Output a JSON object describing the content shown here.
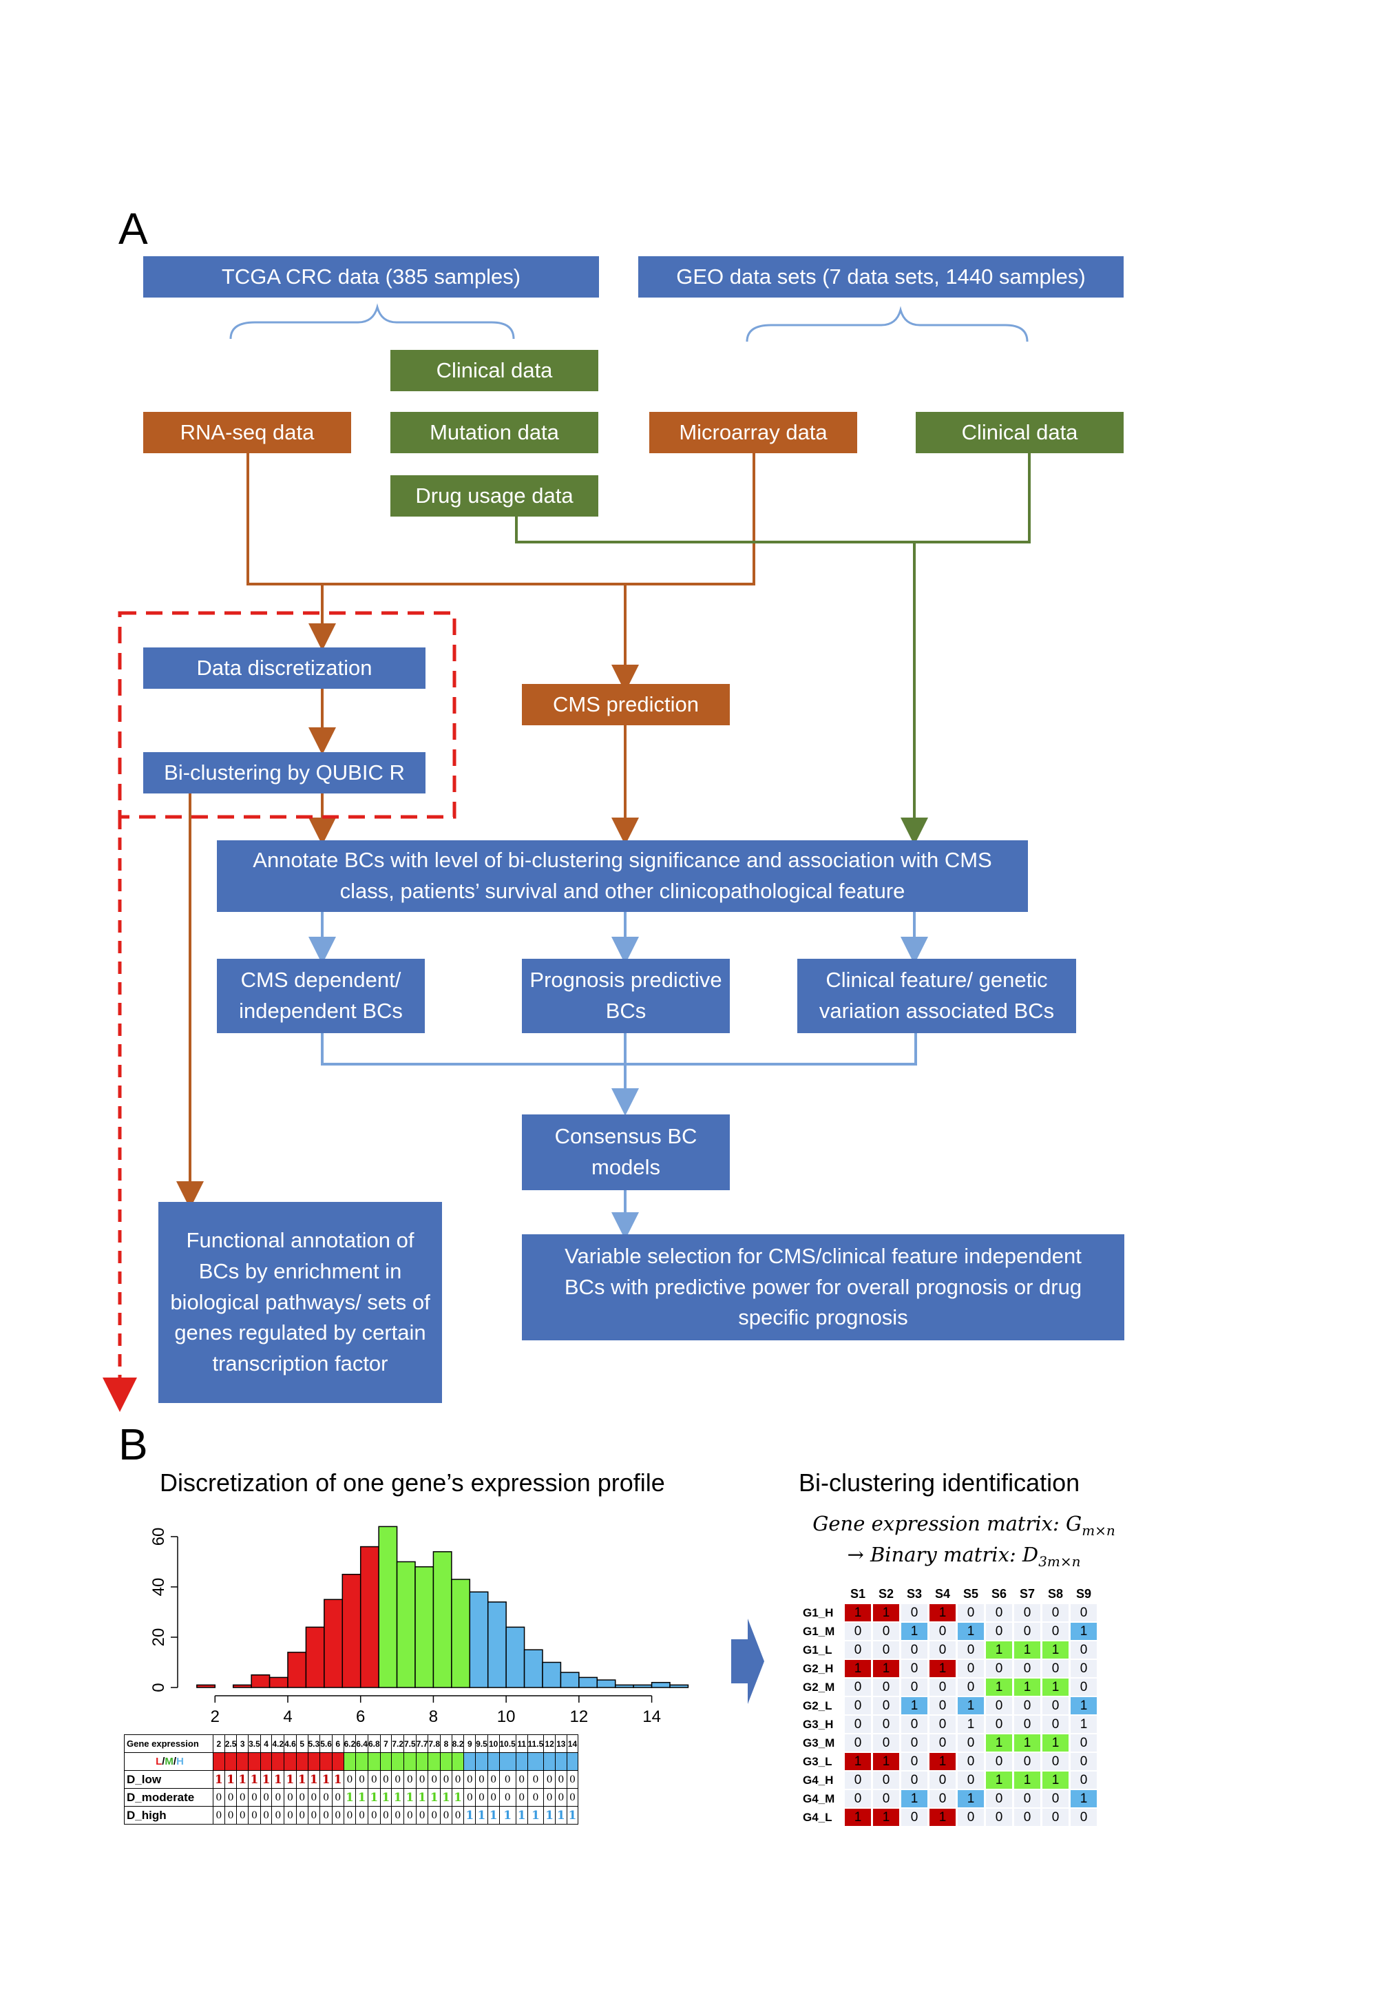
{
  "panel_a": {
    "label": "A",
    "boxes": {
      "tcga": "TCGA CRC data (385 samples)",
      "geo": "GEO data sets (7 data sets, 1440 samples)",
      "clinical_tcga": "Clinical data",
      "mutation": "Mutation data",
      "drug": "Drug usage data",
      "rnaseq": "RNA-seq data",
      "microarray": "Microarray data",
      "clinical_geo": "Clinical data",
      "discretization": "Data discretization",
      "biclustering": "Bi-clustering by QUBIC R",
      "cms_prediction": "CMS prediction",
      "annotate": "Annotate BCs with level of  bi-clustering significance and association with CMS class, patients’ survival and other clinicopathological feature",
      "cms_dependent": "CMS dependent/ independent BCs",
      "prognosis": "Prognosis predictive BCs",
      "clinical_feature": "Clinical feature/ genetic variation associated BCs",
      "consensus": "Consensus BC models",
      "functional": "Functional annotation of BCs by enrichment in biological pathways/ sets of genes regulated by certain transcription factor",
      "variable": "Variable selection for CMS/clinical feature independent BCs with predictive power for overall prognosis or drug specific prognosis"
    },
    "colors": {
      "data_box": "#4a70b7",
      "clinical_box": "#5d7e37",
      "expression_box": "#b55c22",
      "dashed_frame": "#e0201b"
    }
  },
  "panel_b": {
    "label": "B",
    "left_title": "Discretization of one gene’s expression profile",
    "right_title": "Bi-clustering identification",
    "formula_line1": "Gene expression matrix: G",
    "formula_sub1": "m×n",
    "formula_line2": "→ Binary matrix: D",
    "formula_sub2": "3m×n"
  },
  "chart_data": {
    "type": "bar",
    "title": "",
    "xlabel": "",
    "ylabel": "",
    "xlim": [
      1.2,
      15.2
    ],
    "ylim": [
      0,
      63
    ],
    "x_ticks": [
      2,
      4,
      6,
      8,
      10,
      12,
      14
    ],
    "y_ticks": [
      0,
      20,
      40,
      60
    ],
    "bin_width": 0.5,
    "bin_starts": [
      1.5,
      2.0,
      2.5,
      3.0,
      3.5,
      4.0,
      4.5,
      5.0,
      5.5,
      6.0,
      6.5,
      7.0,
      7.5,
      8.0,
      8.5,
      9.0,
      9.5,
      10.0,
      10.5,
      11.0,
      11.5,
      12.0,
      12.5,
      13.0,
      13.5,
      14.0,
      14.5
    ],
    "values": [
      1,
      0,
      1,
      5,
      4,
      14,
      24,
      35,
      45,
      56,
      64,
      50,
      48,
      54,
      43,
      38,
      34,
      24,
      15,
      10,
      6,
      4,
      3,
      1,
      1,
      2,
      1
    ],
    "bin_class": [
      "L",
      "L",
      "L",
      "L",
      "L",
      "L",
      "L",
      "L",
      "L",
      "L",
      "M",
      "M",
      "M",
      "M",
      "M",
      "H",
      "H",
      "H",
      "H",
      "H",
      "H",
      "H",
      "H",
      "H",
      "H",
      "H",
      "H"
    ],
    "class_colors": {
      "L": "#e41a1c",
      "M": "#7ff043",
      "H": "#62b5ea"
    }
  },
  "discretization_table": {
    "header_label": "Gene expression",
    "header_values": [
      "2",
      "2.5",
      "3",
      "3.5",
      "4",
      "4.2",
      "4.6",
      "5",
      "5.3",
      "5.6",
      "6",
      "6.2",
      "6.4",
      "6.8",
      "7",
      "7.2",
      "7.5",
      "7.7",
      "7.8",
      "8",
      "8.2",
      "9",
      "9.5",
      "10",
      "10.5",
      "11",
      "11.5",
      "12",
      "13",
      "14"
    ],
    "lmh_label_L": "L",
    "lmh_label_M": "M",
    "lmh_label_H": "H",
    "lmh_sep": "/",
    "lmh_class": [
      "L",
      "L",
      "L",
      "L",
      "L",
      "L",
      "L",
      "L",
      "L",
      "L",
      "L",
      "M",
      "M",
      "M",
      "M",
      "M",
      "M",
      "M",
      "M",
      "M",
      "M",
      "H",
      "H",
      "H",
      "H",
      "H",
      "H",
      "H",
      "H",
      "H"
    ],
    "rows": [
      {
        "label": "D_low",
        "values": [
          "1",
          "1",
          "1",
          "1",
          "1",
          "1",
          "1",
          "1",
          "1",
          "1",
          "1",
          "0",
          "0",
          "0",
          "0",
          "0",
          "0",
          "0",
          "0",
          "0",
          "0",
          "0",
          "0",
          "0",
          "0",
          "0",
          "0",
          "0",
          "0",
          "0"
        ]
      },
      {
        "label": "D_moderate",
        "values": [
          "0",
          "0",
          "0",
          "0",
          "0",
          "0",
          "0",
          "0",
          "0",
          "0",
          "0",
          "1",
          "1",
          "1",
          "1",
          "1",
          "1",
          "1",
          "1",
          "1",
          "1",
          "0",
          "0",
          "0",
          "0",
          "0",
          "0",
          "0",
          "0",
          "0"
        ]
      },
      {
        "label": "D_high",
        "values": [
          "0",
          "0",
          "0",
          "0",
          "0",
          "0",
          "0",
          "0",
          "0",
          "0",
          "0",
          "0",
          "0",
          "0",
          "0",
          "0",
          "0",
          "0",
          "0",
          "0",
          "0",
          "1",
          "1",
          "1",
          "1",
          "1",
          "1",
          "1",
          "1",
          "1"
        ]
      }
    ]
  },
  "binary_matrix": {
    "columns": [
      "S1",
      "S2",
      "S3",
      "S4",
      "S5",
      "S6",
      "S7",
      "S8",
      "S9"
    ],
    "rows": [
      {
        "label": "G1_H",
        "values": [
          "1",
          "1",
          "0",
          "1",
          "0",
          "0",
          "0",
          "0",
          "0"
        ],
        "colors": [
          "r",
          "r",
          "",
          "r",
          "",
          "",
          "",
          "",
          ""
        ]
      },
      {
        "label": "G1_M",
        "values": [
          "0",
          "0",
          "1",
          "0",
          "1",
          "0",
          "0",
          "0",
          "1"
        ],
        "colors": [
          "",
          "",
          "b",
          "",
          "b",
          "",
          "",
          "",
          "b"
        ]
      },
      {
        "label": "G1_L",
        "values": [
          "0",
          "0",
          "0",
          "0",
          "0",
          "1",
          "1",
          "1",
          "0"
        ],
        "colors": [
          "",
          "",
          "",
          "",
          "",
          "g",
          "g",
          "g",
          ""
        ]
      },
      {
        "label": "G2_H",
        "values": [
          "1",
          "1",
          "0",
          "1",
          "0",
          "0",
          "0",
          "0",
          "0"
        ],
        "colors": [
          "r",
          "r",
          "",
          "r",
          "",
          "",
          "",
          "",
          ""
        ]
      },
      {
        "label": "G2_M",
        "values": [
          "0",
          "0",
          "0",
          "0",
          "0",
          "1",
          "1",
          "1",
          "0"
        ],
        "colors": [
          "",
          "",
          "",
          "",
          "",
          "g",
          "g",
          "g",
          ""
        ]
      },
      {
        "label": "G2_L",
        "values": [
          "0",
          "0",
          "1",
          "0",
          "1",
          "0",
          "0",
          "0",
          "1"
        ],
        "colors": [
          "",
          "",
          "b",
          "",
          "b",
          "",
          "",
          "",
          "b"
        ]
      },
      {
        "label": "G3_H",
        "values": [
          "0",
          "0",
          "0",
          "0",
          "1",
          "0",
          "0",
          "0",
          "1"
        ],
        "colors": [
          "",
          "",
          "",
          "",
          "",
          "",
          "",
          "",
          ""
        ]
      },
      {
        "label": "G3_M",
        "values": [
          "0",
          "0",
          "0",
          "0",
          "0",
          "1",
          "1",
          "1",
          "0"
        ],
        "colors": [
          "",
          "",
          "",
          "",
          "",
          "g",
          "g",
          "g",
          ""
        ]
      },
      {
        "label": "G3_L",
        "values": [
          "1",
          "1",
          "0",
          "1",
          "0",
          "0",
          "0",
          "0",
          "0"
        ],
        "colors": [
          "r",
          "r",
          "",
          "r",
          "",
          "",
          "",
          "",
          ""
        ]
      },
      {
        "label": "G4_H",
        "values": [
          "0",
          "0",
          "0",
          "0",
          "0",
          "1",
          "1",
          "1",
          "0"
        ],
        "colors": [
          "",
          "",
          "",
          "",
          "",
          "g",
          "g",
          "g",
          ""
        ]
      },
      {
        "label": "G4_M",
        "values": [
          "0",
          "0",
          "1",
          "0",
          "1",
          "0",
          "0",
          "0",
          "1"
        ],
        "colors": [
          "",
          "",
          "b",
          "",
          "b",
          "",
          "",
          "",
          "b"
        ]
      },
      {
        "label": "G4_L",
        "values": [
          "1",
          "1",
          "0",
          "1",
          "0",
          "0",
          "0",
          "0",
          "0"
        ],
        "colors": [
          "r",
          "r",
          "",
          "r",
          "",
          "",
          "",
          "",
          ""
        ]
      }
    ],
    "cell_colors": {
      "r": "#c00000",
      "g": "#7ff043",
      "b": "#62b5ea"
    }
  }
}
